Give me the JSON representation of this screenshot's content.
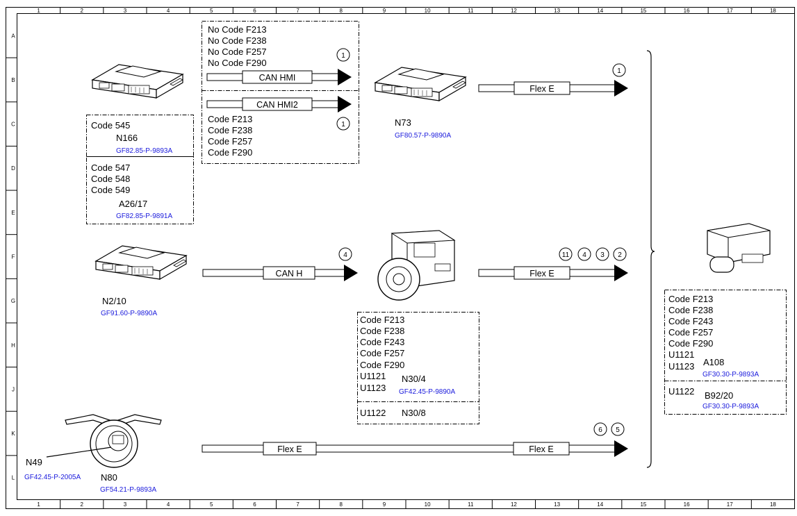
{
  "grid": {
    "columns": [
      "1",
      "2",
      "3",
      "4",
      "5",
      "6",
      "7",
      "8",
      "9",
      "10",
      "11",
      "12",
      "13",
      "14",
      "15",
      "16",
      "17",
      "18"
    ],
    "rows": [
      "A",
      "B",
      "C",
      "D",
      "E",
      "F",
      "G",
      "H",
      "J",
      "K",
      "L"
    ]
  },
  "components": {
    "n166": {
      "codes": [
        "Code 545"
      ],
      "label": "N166",
      "ref": "GF82.85-P-9893A"
    },
    "a26_17": {
      "codes": [
        "Code 547",
        "Code 548",
        "Code 549"
      ],
      "label": "A26/17",
      "ref": "GF82.85-P-9891A"
    },
    "n73": {
      "label": "N73",
      "ref": "GF80.57-P-9890A"
    },
    "n2_10": {
      "label": "N2/10",
      "ref": "GF91.60-P-9890A"
    },
    "n30_4": {
      "codes": [
        "Code F213",
        "Code F238",
        "Code F243",
        "Code F257",
        "Code F290"
      ],
      "faults": [
        "U1121",
        "U1123"
      ],
      "label": "N30/4",
      "ref": "GF42.45-P-9890A"
    },
    "n30_8": {
      "faults": [
        "U1122"
      ],
      "label": "N30/8"
    },
    "a108": {
      "codes": [
        "Code F213",
        "Code F238",
        "Code F243",
        "Code F257",
        "Code F290"
      ],
      "faults": [
        "U1121",
        "U1123"
      ],
      "label": "A108",
      "ref": "GF30.30-P-9893A"
    },
    "b92_20": {
      "faults": [
        "U1122"
      ],
      "label": "B92/20",
      "ref": "GF30.30-P-9893A"
    },
    "n49": {
      "label": "N49",
      "ref": "GF42.45-P-2005A"
    },
    "n80": {
      "label": "N80",
      "ref": "GF54.21-P-9893A"
    }
  },
  "hmi_box": {
    "nocodes": [
      "No Code F213",
      "No Code F238",
      "No Code F257",
      "No Code F290"
    ],
    "codes": [
      "Code F213",
      "Code F238",
      "Code F257",
      "Code F290"
    ]
  },
  "buses": {
    "can_hmi": "CAN HMI",
    "can_hmi2": "CAN HMI2",
    "flex_e_top": "Flex E",
    "can_h": "CAN H",
    "flex_e_mid": "Flex E",
    "flex_e_bottom_left": "Flex E",
    "flex_e_bottom_right": "Flex E"
  },
  "markers": {
    "can_hmi": "1",
    "can_hmi2": "1",
    "flex_top": "1",
    "can_h": "4",
    "flex_mid": [
      "11",
      "4",
      "3",
      "2"
    ],
    "flex_bottom": [
      "6",
      "5"
    ]
  }
}
